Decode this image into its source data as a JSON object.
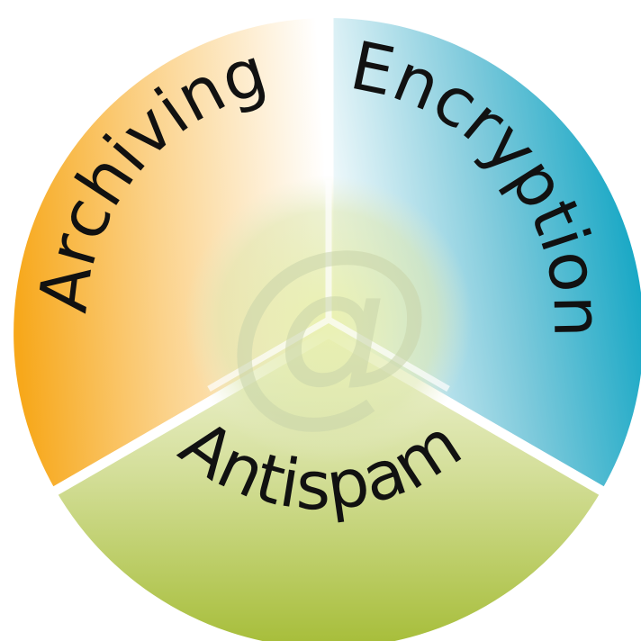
{
  "diagram": {
    "segments": [
      {
        "id": "archiving",
        "label": "Archiving"
      },
      {
        "id": "encryption",
        "label": "Encryption"
      },
      {
        "id": "antispam",
        "label": "Antispam"
      }
    ],
    "center_symbol": "@",
    "colors": {
      "archiving": "#F7A81B",
      "encryption": "#0AA3C2",
      "antispam": "#A6BD38",
      "divider": "#FFFFFF",
      "text": "#111111"
    }
  }
}
